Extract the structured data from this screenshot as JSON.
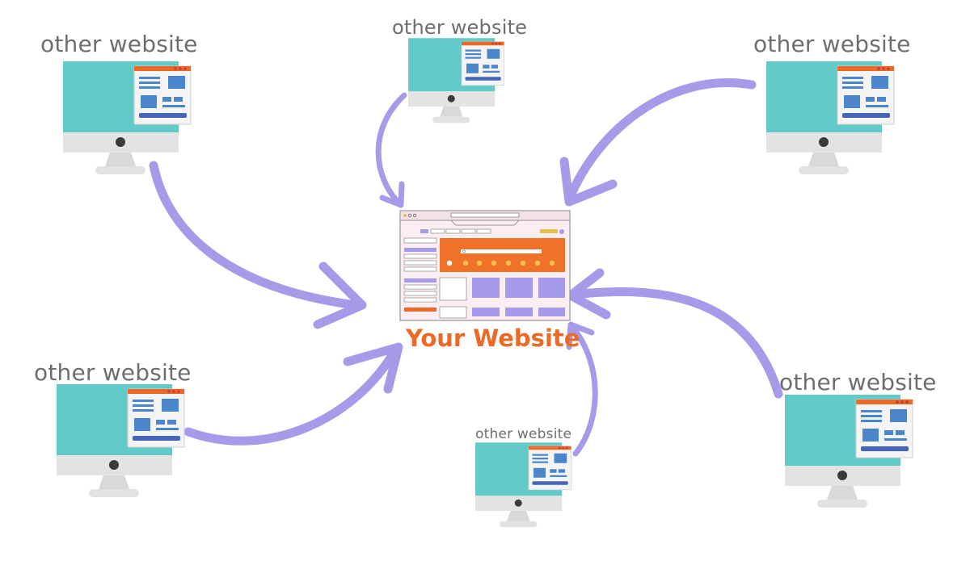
{
  "main_site": {
    "label": "Your Website",
    "color": "#ec6a25"
  },
  "other_sites": [
    {
      "label": "other website"
    },
    {
      "label": "other website"
    },
    {
      "label": "other website"
    },
    {
      "label": "other website"
    },
    {
      "label": "other website"
    },
    {
      "label": "other website"
    }
  ],
  "colors": {
    "arrow": "#a69be8",
    "screen": "#62cbca",
    "stand": "#e3e3e3",
    "window_bar": "#ec6a25",
    "window_block": "#4a86c9",
    "label": "#6e6e6e"
  },
  "icons": [
    "desktop-computer-icon",
    "browser-window-icon",
    "arrow-icon",
    "search-icon"
  ]
}
